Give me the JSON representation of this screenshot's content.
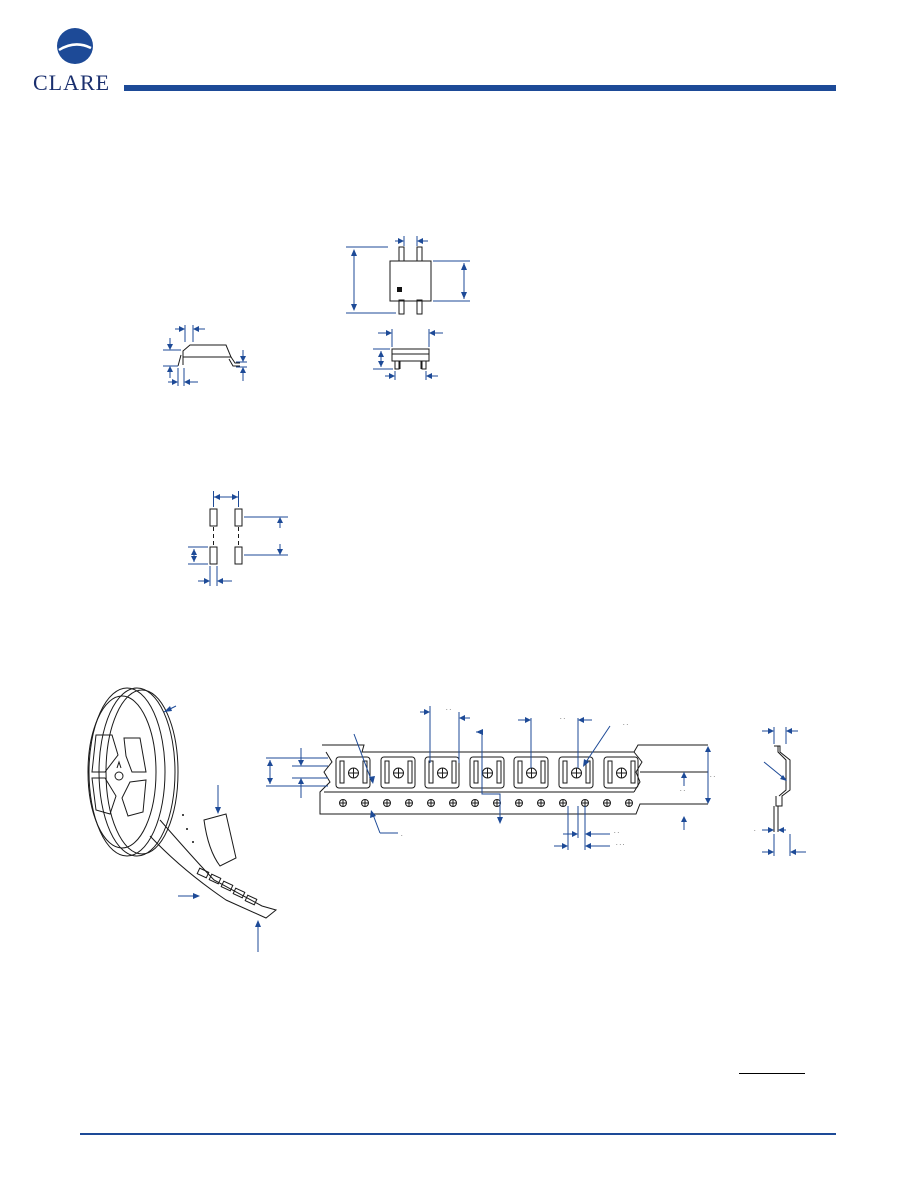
{
  "brand": {
    "name": "CLARE",
    "accent_color": "#1d4a97",
    "logo_icon": "clare-globe-icon"
  },
  "figures": {
    "package_top_view": "package-top-view-drawing",
    "package_side_view": "package-side-view-drawing",
    "package_end_view": "package-end-view-drawing",
    "pcb_land_pattern": "pcb-land-pattern-drawing",
    "tape_reel": "tape-and-reel-drawing",
    "carrier_tape": "carrier-tape-drawing",
    "tape_cross_section": "tape-cross-section-drawing"
  }
}
